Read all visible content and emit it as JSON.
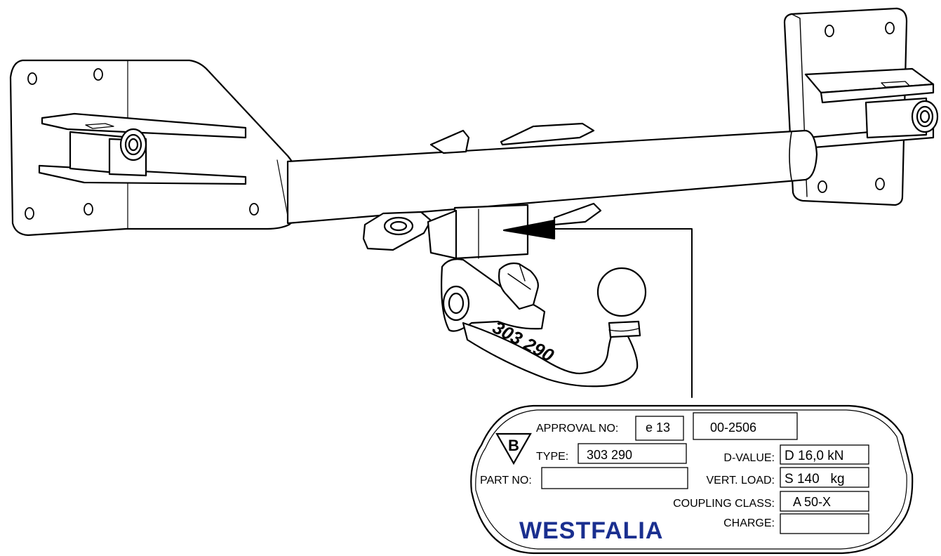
{
  "drawing": {
    "ball_stamp": "303 290"
  },
  "plate": {
    "approval_label": "APPROVAL NO:",
    "approval_prefix": "e 13",
    "approval_number": "00-2506",
    "badge_letter": "B",
    "type_label": "TYPE:",
    "type_value": "303 290",
    "part_label": "PART NO:",
    "part_value": "",
    "dvalue_label": "D-VALUE:",
    "dvalue_value": "D 16,0 kN",
    "vertload_label": "VERT. LOAD:",
    "vertload_value": "S 140   kg",
    "coupling_label": "COUPLING CLASS:",
    "coupling_value": "A 50-X",
    "charge_label": "CHARGE:",
    "charge_value": "",
    "brand": "WESTFALIA",
    "brand_color": "#1a2f8f"
  }
}
